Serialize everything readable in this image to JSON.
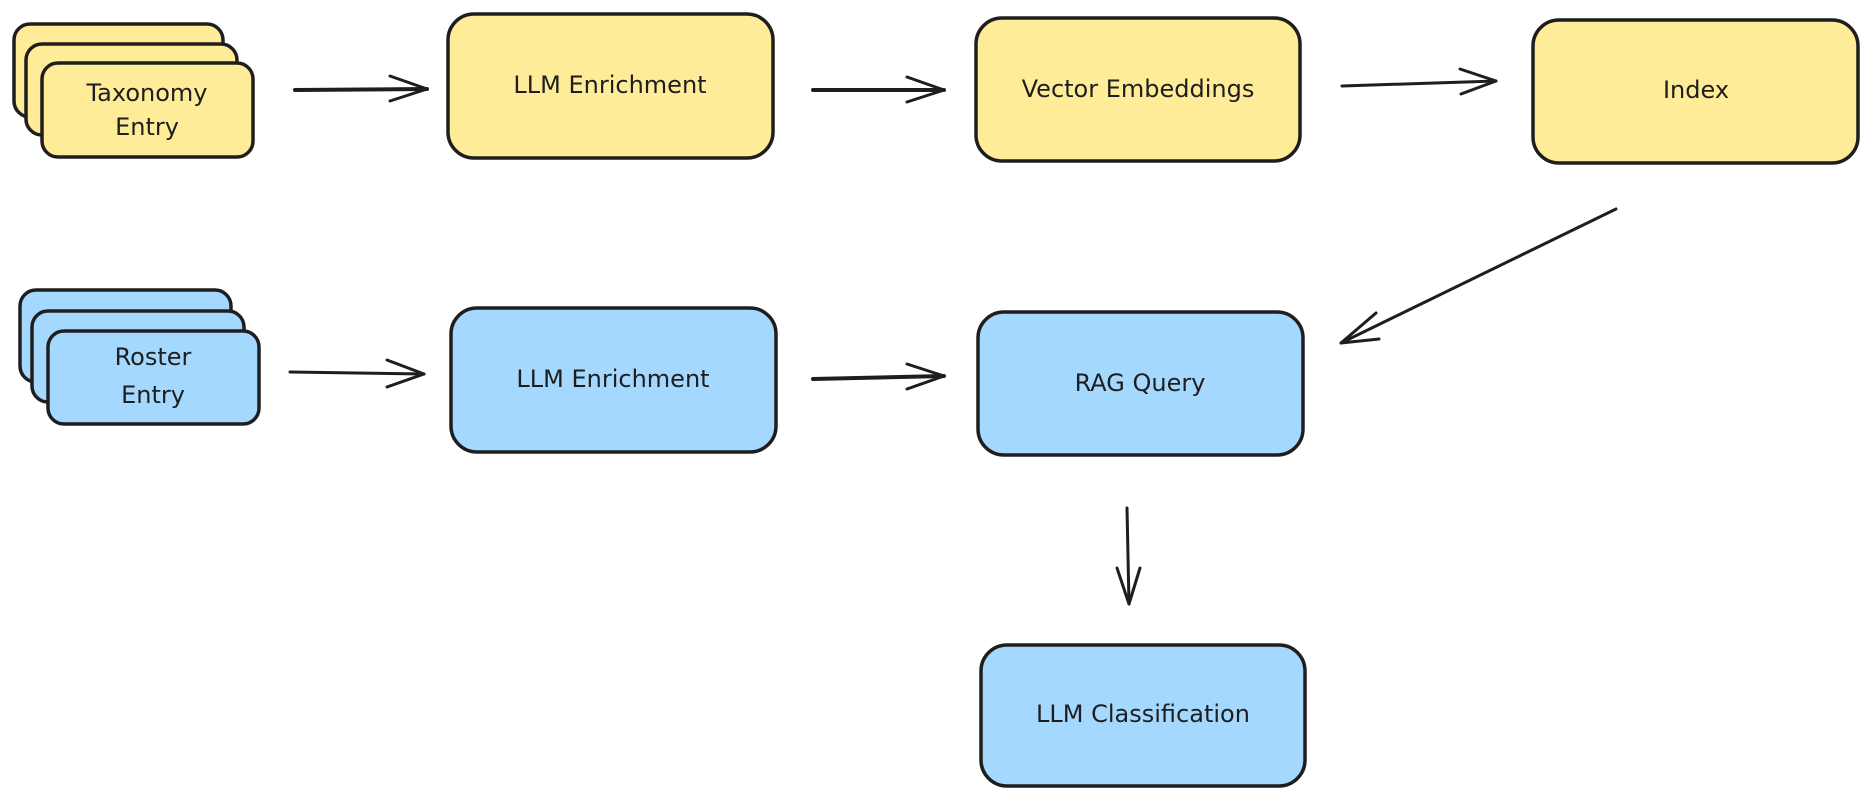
{
  "colors": {
    "pipeline_top": "#ffec99",
    "pipeline_bottom": "#a5d8ff",
    "stroke": "#1e1e1e"
  },
  "nodes": {
    "taxonomy_entry": {
      "line1": "Taxonomy",
      "line2": "Entry"
    },
    "llm_enrichment_top": {
      "label": "LLM Enrichment"
    },
    "vector_embeddings": {
      "label": "Vector Embeddings"
    },
    "index": {
      "label": "Index"
    },
    "roster_entry": {
      "line1": "Roster",
      "line2": "Entry"
    },
    "llm_enrichment_bottom": {
      "label": "LLM Enrichment"
    },
    "rag_query": {
      "label": "RAG Query"
    },
    "llm_classification": {
      "label": "LLM Classification"
    }
  },
  "edges": [
    {
      "from": "Taxonomy Entry",
      "to": "LLM Enrichment"
    },
    {
      "from": "LLM Enrichment",
      "to": "Vector Embeddings"
    },
    {
      "from": "Vector Embeddings",
      "to": "Index"
    },
    {
      "from": "Index",
      "to": "RAG Query"
    },
    {
      "from": "Roster Entry",
      "to": "LLM Enrichment"
    },
    {
      "from": "LLM Enrichment",
      "to": "RAG Query"
    },
    {
      "from": "RAG Query",
      "to": "LLM Classification"
    }
  ]
}
